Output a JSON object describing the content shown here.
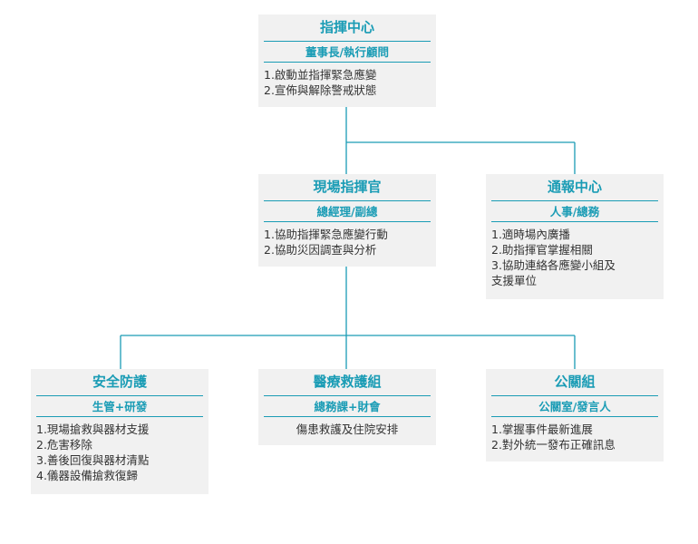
{
  "colors": {
    "accent": "#1a9cb5",
    "box_bg": "#f1f1f1",
    "text": "#333333"
  },
  "command_center": {
    "title": "指揮中心",
    "role": "董事長/執行顧問",
    "duties": [
      "1.啟動並指揮緊急應變",
      "2.宣佈與解除警戒狀態"
    ]
  },
  "field_commander": {
    "title": "現場指揮官",
    "role": "總經理/副總",
    "duties": [
      "1.協助指揮緊急應變行動",
      "2.協助災因調查與分析"
    ]
  },
  "notification_center": {
    "title": "通報中心",
    "role": "人事/總務",
    "duties": [
      "1.適時場內廣播",
      "2.助指揮官掌握相關",
      "3.協助連絡各應變小組及",
      "支援單位"
    ]
  },
  "safety_team": {
    "title": "安全防護",
    "role": "生管+研發",
    "duties": [
      "1.現場搶救與器材支援",
      "2.危害移除",
      "3.善後回復與器材清點",
      "4.儀器設備搶救復歸"
    ]
  },
  "medical_team": {
    "title": "醫療救護組",
    "role": "總務課+財會",
    "duties": [
      "傷患救護及住院安排"
    ]
  },
  "pr_team": {
    "title": "公關組",
    "role": "公關室/發言人",
    "duties": [
      "1.掌握事件最新進展",
      "2.對外統一發布正確訊息"
    ]
  }
}
